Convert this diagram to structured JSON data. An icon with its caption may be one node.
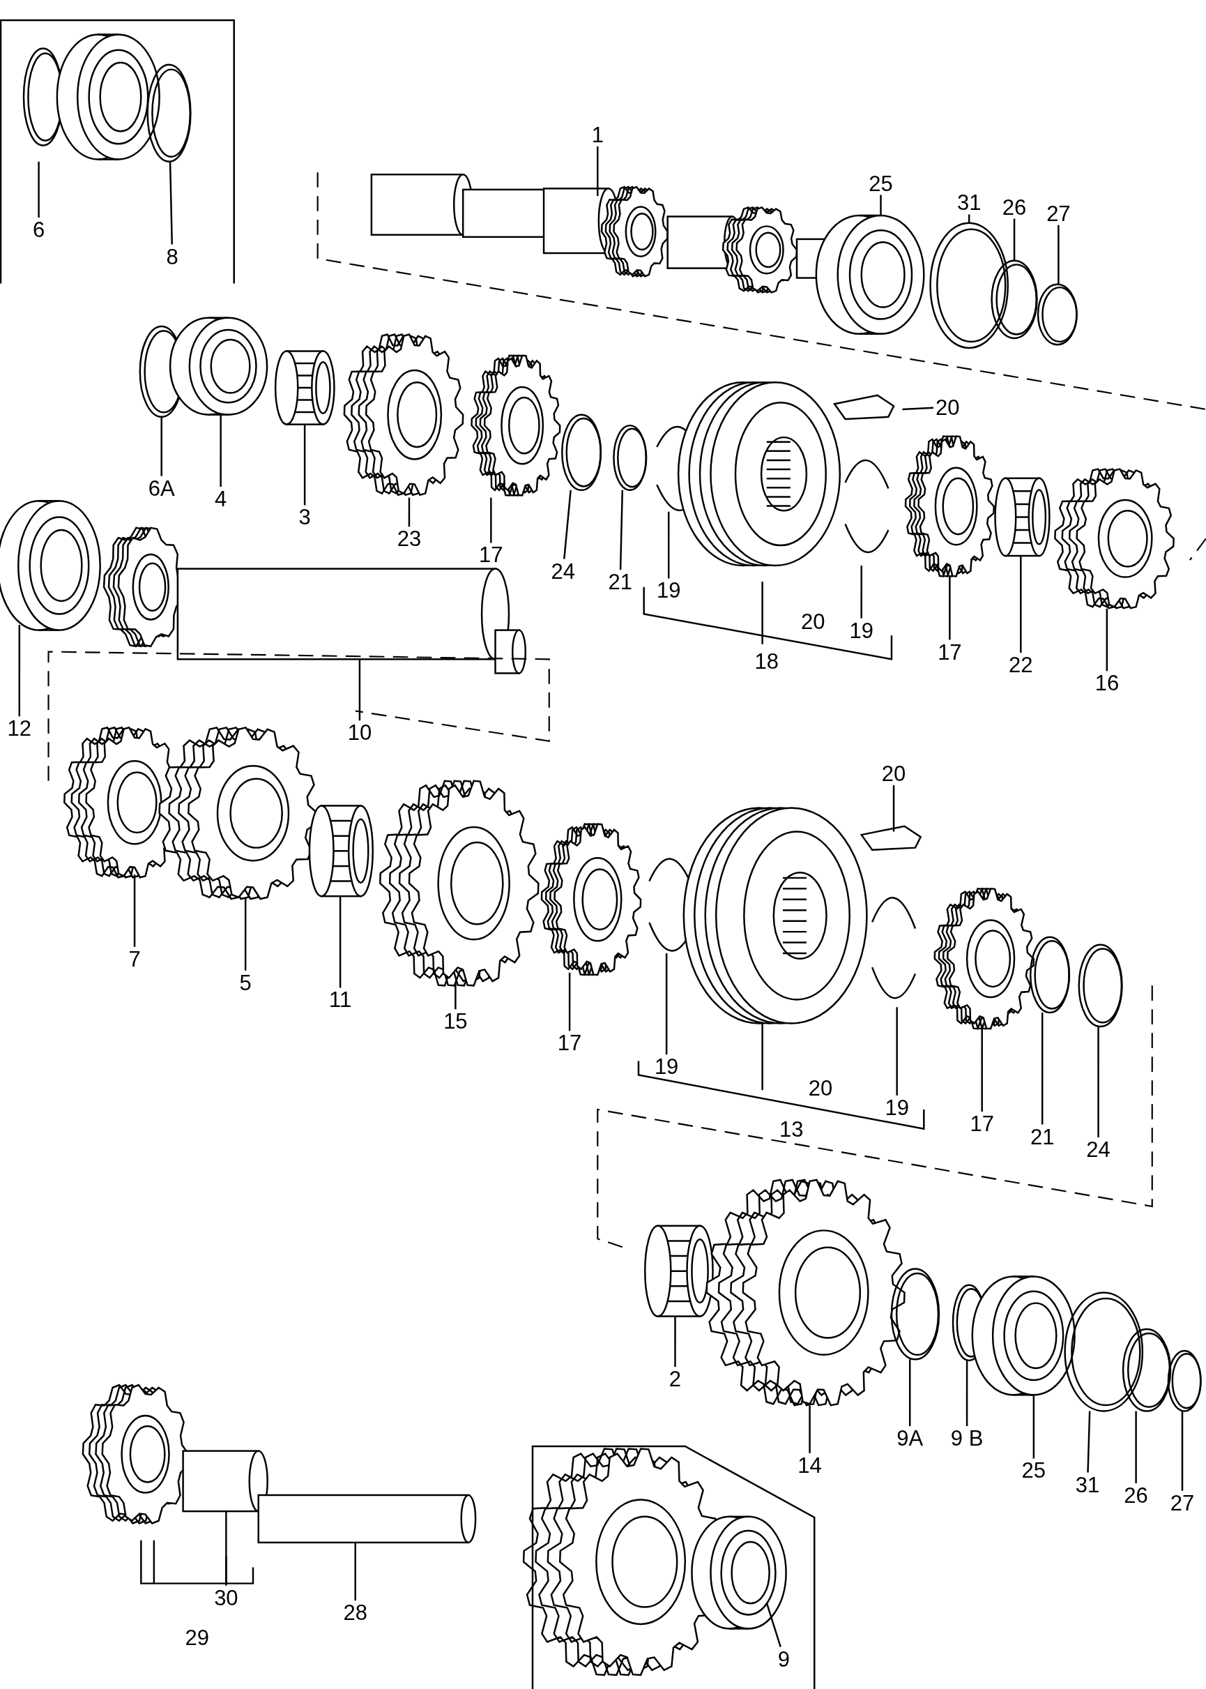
{
  "diagram": {
    "nodes": [
      {
        "text": [],
        "shape": "box"
      },
      {
        "text": [
          "6"
        ],
        "in": 0
      },
      {
        "text": [
          "8"
        ],
        "in": 0
      },
      {
        "text": [
          "1"
        ]
      },
      {
        "text": [
          "25"
        ]
      },
      {
        "text": [
          "31"
        ]
      },
      {
        "text": [
          "26"
        ]
      },
      {
        "text": [
          "27"
        ]
      },
      {
        "text": [
          "6A"
        ]
      },
      {
        "text": [
          "4"
        ]
      },
      {
        "text": [
          "3"
        ]
      },
      {
        "text": [
          "23"
        ]
      },
      {
        "text": [
          "17"
        ]
      },
      {
        "text": [
          "24"
        ]
      },
      {
        "text": [
          "21"
        ]
      },
      {
        "text": [
          "19"
        ]
      },
      {
        "text": [
          "20"
        ]
      },
      {
        "text": [
          "19"
        ]
      },
      {
        "text": [
          "17"
        ]
      },
      {
        "text": [
          "22"
        ]
      },
      {
        "text": [
          "16"
        ]
      },
      {
        "text": [
          "12"
        ]
      },
      {
        "text": [
          "10"
        ]
      },
      {
        "text": [
          "20"
        ]
      },
      {
        "text": [
          "7"
        ]
      },
      {
        "text": [
          "5"
        ]
      },
      {
        "text": [
          "11"
        ]
      },
      {
        "text": [
          "15"
        ]
      },
      {
        "text": [
          "17"
        ]
      },
      {
        "text": [
          "19"
        ]
      },
      {
        "text": [
          "19"
        ]
      },
      {
        "text": [
          "17"
        ]
      },
      {
        "text": [
          "21"
        ]
      },
      {
        "text": [
          "24"
        ]
      },
      {
        "text": [
          "2"
        ]
      },
      {
        "text": [
          "14"
        ]
      },
      {
        "text": [
          "9A"
        ]
      },
      {
        "text": [
          "9 B"
        ]
      },
      {
        "text": [
          "25"
        ]
      },
      {
        "text": [
          "31"
        ]
      },
      {
        "text": [
          "26"
        ]
      },
      {
        "text": [
          "27"
        ]
      },
      {
        "text": [
          "30"
        ]
      },
      {
        "text": [
          "28"
        ]
      },
      {
        "text": [],
        "shape": "box"
      },
      {
        "text": [
          "9"
        ],
        "in": 44
      }
    ],
    "edges": [
      {
        "from": 1,
        "to": null,
        "arrow": "none"
      },
      {
        "from": 2,
        "to": null,
        "arrow": "none"
      },
      {
        "from": 3,
        "to": null,
        "arrow": "none"
      },
      {
        "from": 4,
        "to": null,
        "arrow": "none"
      },
      {
        "from": 5,
        "to": null,
        "arrow": "none"
      },
      {
        "from": 6,
        "to": null,
        "arrow": "none"
      },
      {
        "from": 7,
        "to": null,
        "arrow": "none"
      },
      {
        "from": 8,
        "to": null,
        "arrow": "none"
      },
      {
        "from": 9,
        "to": null,
        "arrow": "none"
      },
      {
        "from": 10,
        "to": null,
        "arrow": "none"
      },
      {
        "from": 11,
        "to": null,
        "arrow": "none"
      },
      {
        "from": 12,
        "to": null,
        "arrow": "none"
      },
      {
        "from": 13,
        "to": null,
        "arrow": "none"
      },
      {
        "from": 14,
        "to": null,
        "arrow": "none"
      },
      {
        "from": 15,
        "to": null,
        "arrow": "none"
      },
      {
        "from": 16,
        "to": null,
        "arrow": "none"
      },
      {
        "from": 17,
        "to": null,
        "arrow": "none"
      },
      {
        "from": 18,
        "to": null,
        "arrow": "none"
      },
      {
        "from": 19,
        "to": null,
        "arrow": "none"
      },
      {
        "from": 20,
        "to": null,
        "arrow": "none"
      },
      {
        "from": 21,
        "to": null,
        "arrow": "none"
      },
      {
        "from": 22,
        "to": null,
        "arrow": "none"
      },
      {
        "from": 23,
        "to": null,
        "arrow": "none"
      },
      {
        "from": 24,
        "to": null,
        "arrow": "none"
      },
      {
        "from": 25,
        "to": null,
        "arrow": "none"
      },
      {
        "from": 26,
        "to": null,
        "arrow": "none"
      },
      {
        "from": 27,
        "to": null,
        "arrow": "none"
      },
      {
        "from": 28,
        "to": null,
        "arrow": "none"
      },
      {
        "from": 29,
        "to": null,
        "arrow": "none"
      },
      {
        "from": 30,
        "to": null,
        "arrow": "none"
      },
      {
        "from": 31,
        "to": null,
        "arrow": "none"
      },
      {
        "from": 32,
        "to": null,
        "arrow": "none"
      },
      {
        "from": 33,
        "to": null,
        "arrow": "none"
      },
      {
        "from": 34,
        "to": null,
        "arrow": "none"
      },
      {
        "from": 35,
        "to": null,
        "arrow": "none"
      },
      {
        "from": 36,
        "to": null,
        "arrow": "none"
      },
      {
        "from": 37,
        "to": null,
        "arrow": "none"
      },
      {
        "from": 38,
        "to": null,
        "arrow": "none"
      },
      {
        "from": 39,
        "to": null,
        "arrow": "none"
      },
      {
        "from": 40,
        "to": null,
        "arrow": "none"
      },
      {
        "from": 41,
        "to": null,
        "arrow": "none"
      },
      {
        "from": 42,
        "to": null,
        "arrow": "none"
      },
      {
        "from": 43,
        "to": null,
        "arrow": "none"
      },
      {
        "from": 45,
        "to": null,
        "arrow": "none"
      }
    ],
    "labels": [
      "20",
      "18",
      "20",
      "13",
      "29"
    ]
  }
}
